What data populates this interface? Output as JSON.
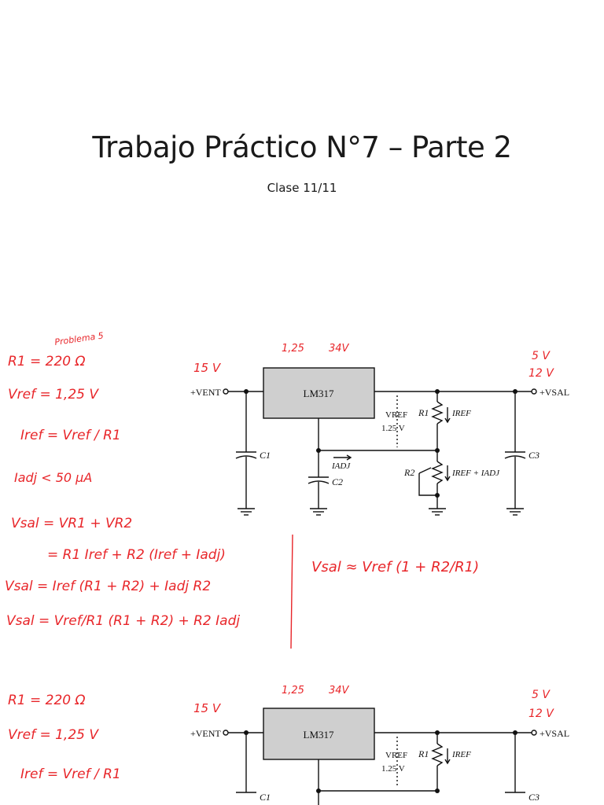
{
  "slide": {
    "title": "Trabajo Práctico N°7 – Parte 2",
    "subtitle": "Clase 11/11"
  },
  "circuit": {
    "chip": "LM317",
    "vin_label": "+VENT",
    "vout_label": "+VSAL",
    "vref_label": "VREF",
    "vref_value": "1.25 V",
    "r1": "R1",
    "r2": "R2",
    "iref": "IREF",
    "iref_iadj": "IREF + IADJ",
    "iadj": "IADJ",
    "c1": "C1",
    "c2": "C2",
    "c3": "C3"
  },
  "notes1": {
    "problema": "Problema 5",
    "r1_val": "R1 = 220 Ω",
    "vref_val": "Vref = 1,25 V",
    "iref_eq": "Iref = Vref / R1",
    "iadj_val": "Iadj < 50 μA",
    "vsal_eq1": "Vsal = VR1 + VR2",
    "vsal_eq2": "= R1 Iref + R2 (Iref + Iadj)",
    "vsal_eq3": "Vsal = Iref (R1 + R2) + Iadj R2",
    "vsal_eq4": "Vsal = Vref/R1 (R1 + R2) + R2 Iadj",
    "vsal_approx": "Vsal ≈ Vref (1 + R2/R1)",
    "range_lo": "1,25",
    "range_hi": "34V",
    "vin_hw": "15 V",
    "vout_5": "5 V",
    "vout_12": "12 V"
  },
  "notes2": {
    "r1_val": "R1 = 220 Ω",
    "vref_val": "Vref = 1,25 V",
    "iref_eq": "Iref = Vref / R1",
    "range_lo": "1,25",
    "range_hi": "34V",
    "vin_hw": "15 V",
    "vout_5": "5 V",
    "vout_12": "12 V"
  },
  "colors": {
    "ink": "#e8262a",
    "chip_fill": "#cfcfcf"
  }
}
